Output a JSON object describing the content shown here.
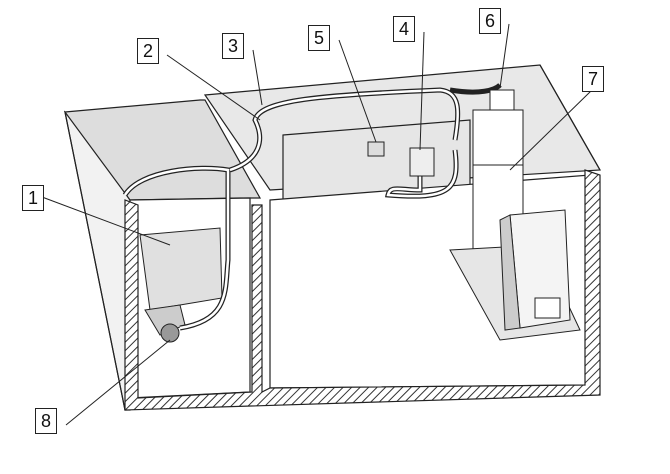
{
  "diagram": {
    "callouts": [
      {
        "id": "1",
        "label": "1"
      },
      {
        "id": "2",
        "label": "2"
      },
      {
        "id": "3",
        "label": "3"
      },
      {
        "id": "4",
        "label": "4"
      },
      {
        "id": "5",
        "label": "5"
      },
      {
        "id": "6",
        "label": "6"
      },
      {
        "id": "7",
        "label": "7"
      },
      {
        "id": "8",
        "label": "8"
      }
    ],
    "colors": {
      "wall": "#e6e6e6",
      "line": "#222222",
      "hatch": "#333333"
    }
  }
}
